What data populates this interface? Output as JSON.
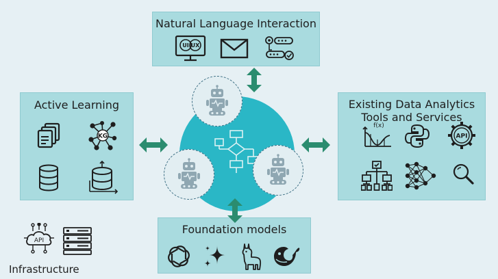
{
  "boxes": {
    "nli": {
      "title": "Natural Language Interaction"
    },
    "active": {
      "title": "Active Learning"
    },
    "existing": {
      "title_line1": "Existing Data Analytics",
      "title_line2": "Tools and Services"
    },
    "foundation": {
      "title": "Foundation models"
    }
  },
  "icons": {
    "ui": "UI",
    "ux": "UX",
    "kg": "KG",
    "fx": "f(x)",
    "api": "API",
    "infra_api": "API"
  },
  "infrastructure": {
    "label": "Infrastructure"
  },
  "colors": {
    "box": "#a9dbdf",
    "center": "#2ab7c6",
    "arrow": "#2b8c6f",
    "icon": "#1e1e1e"
  }
}
